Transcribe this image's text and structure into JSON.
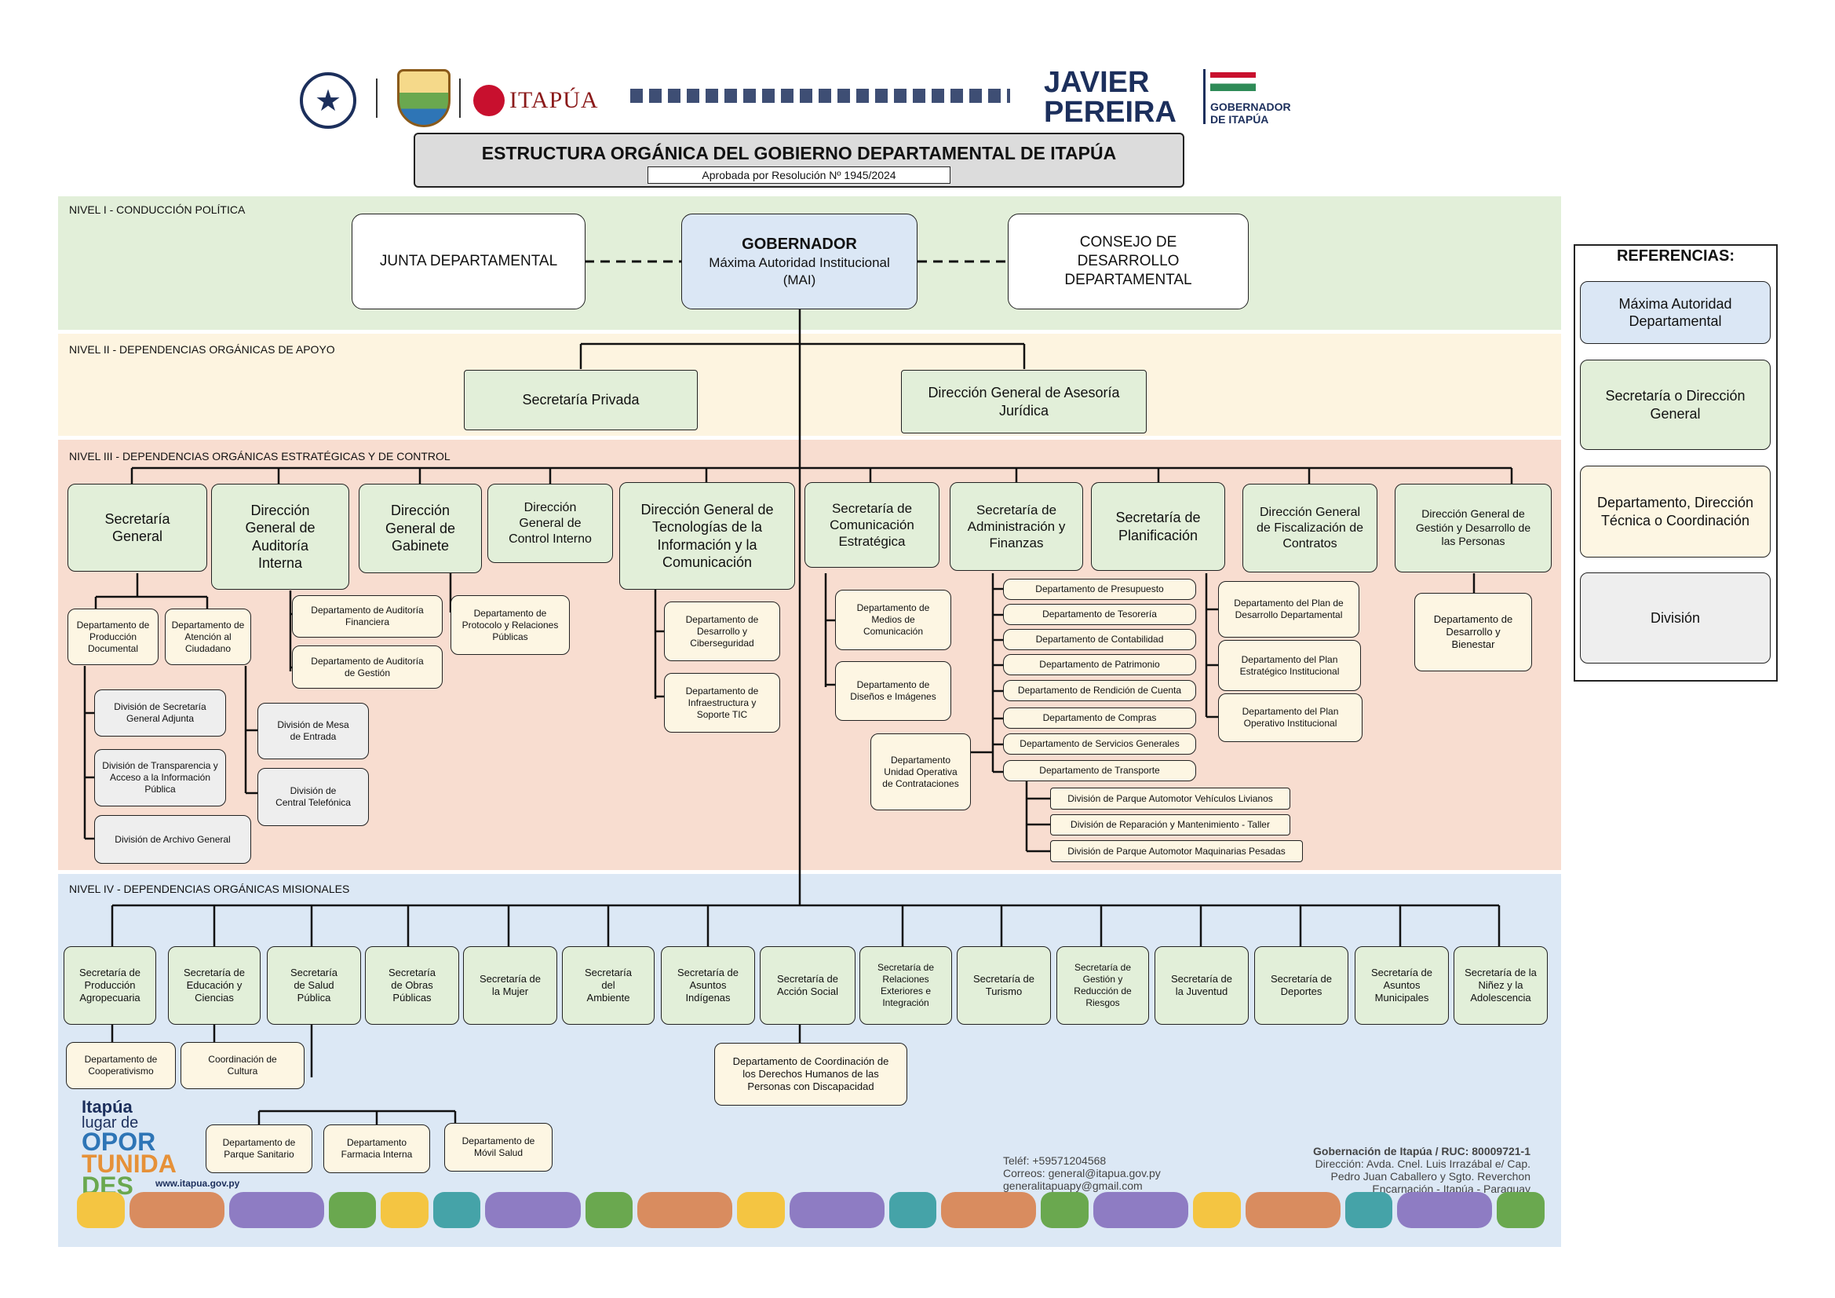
{
  "header": {
    "logos": [
      "paraguay-seal",
      "itapua-coat-of-arms",
      "itapua-logo",
      "decorative-pattern",
      "javier-pereira-logo"
    ],
    "itapua_word": "ITAPÚA",
    "jp_line1": "JAVIER",
    "jp_line2": "PEREIRA",
    "jp_sub1": "GOBERNADOR",
    "jp_sub2": "DE ITAPÚA",
    "title": "ESTRUCTURA ORGÁNICA DEL GOBIERNO DEPARTAMENTAL DE ITAPÚA",
    "subtitle": "Aprobada por Resolución Nº 1945/2024"
  },
  "levels": {
    "l1": "NIVEL I - CONDUCCIÓN POLÍTICA",
    "l2": "NIVEL II - DEPENDENCIAS ORGÁNICAS DE APOYO",
    "l3": "NIVEL III - DEPENDENCIAS ORGÁNICAS ESTRATÉGICAS Y DE CONTROL",
    "l4": "NIVEL IV - DEPENDENCIAS ORGÁNICAS MISIONALES"
  },
  "level1": {
    "junta": "JUNTA DEPARTAMENTAL",
    "gob_title": "GOBERNADOR",
    "gob_sub1": "Máxima Autoridad Institucional",
    "gob_sub2": "(MAI)",
    "consejo": "CONSEJO DE DESARROLLO DEPARTAMENTAL"
  },
  "level2": {
    "priv": "Secretaría Privada",
    "ases": "Dirección General de Asesoría Jurídica"
  },
  "level3": {
    "sg": "Secretaría General",
    "dgai": "Dirección General de Auditoría Interna",
    "dggab": "Dirección General de Gabinete",
    "dgci": "Dirección General de Control Interno",
    "dgtic": "Dirección General de Tecnologías de la Información y la Comunicación",
    "sce": "Secretaría de Comunicación Estratégica",
    "saf": "Secretaría de Administración y Finanzas",
    "splan": "Secretaría de Planificación",
    "dgfc": "Dirección General de Fiscalización de Contratos",
    "dggdp": "Dirección General de Gestión y Desarrollo de las Personas",
    "dpd": "Departamento de Producción Documental",
    "dac": "Departamento de Atención al Ciudadano",
    "dsga": "División de Secretaría General Adjunta",
    "dtai": "División de Transparencia y Acceso a la Información Pública",
    "dag": "División de Archivo General",
    "dme": "División de Mesa de Entrada",
    "dct": "División de Central Telefónica",
    "daf": "Departamento de Auditoría Financiera",
    "dagest": "Departamento de Auditoría de Gestión",
    "dprot": "Departamento de Protocolo y Relaciones Públicas",
    "ddcib": "Departamento de Desarrollo y Ciberseguridad",
    "dinf": "Departamento de Infraestructura y Soporte TIC",
    "dmed": "Departamento de Medios de Comunicación",
    "ddis": "Departamento de Diseños e Imágenes",
    "dpres": "Departamento de Presupuesto",
    "dtes": "Departamento de Tesorería",
    "dcont": "Departamento de Contabilidad",
    "dpat": "Departamento de Patrimonio",
    "drend": "Departamento de Rendición de Cuenta",
    "dcomp": "Departamento de Compras",
    "dserv": "Departamento de Servicios Generales",
    "dtrans": "Departamento de Transporte",
    "duoc": "Departamento Unidad Operativa de Contrataciones",
    "dpavl": "División de Parque Automotor Vehículos Livianos",
    "drmt": "División de Reparación y Mantenimiento - Taller",
    "dpamp": "División de Parque Automotor Maquinarias Pesadas",
    "dpdd": "Departamento del  Plan de Desarrollo Departamental",
    "dpei": "Departamento del Plan Estratégico Institucional",
    "dpoi": "Departamento del Plan Operativo Institucional",
    "ddb": "Departamento de Desarrollo y Bienestar"
  },
  "level4": {
    "sprod": "Secretaría de Producción Agropecuaria",
    "sedu": "Secretaría de Educación y Ciencias",
    "ssal": "Secretaría de Salud Pública",
    "sobr": "Secretaría de Obras Públicas",
    "smuj": "Secretaría de la Mujer",
    "samb": "Secretaría del Ambiente",
    "sind": "Secretaría de Asuntos Indígenas",
    "sacc": "Secretaría de Acción Social",
    "srel": "Secretaría de Relaciones Exteriores e Integración",
    "stur": "Secretaría de Turismo",
    "sgrr": "Secretaría de Gestión y Reducción de Riesgos",
    "sjuv": "Secretaría de la Juventud",
    "sdep": "Secretaría de Deportes",
    "smun": "Secretaría de Asuntos Municipales",
    "snin": "Secretaría de la Niñez y la Adolescencia",
    "dcoop": "Departamento de Cooperativismo",
    "ccult": "Coordinación de Cultura",
    "dddhh": "Departamento de Coordinación de los Derechos Humanos de las Personas con Discapacidad",
    "dpsan": "Departamento de Parque Sanitario",
    "dfarm": "Departamento Farmacia Interna",
    "dmov": "Departamento de Móvil Salud"
  },
  "refs": {
    "title": "REFERENCIAS:",
    "r1": "Máxima Autoridad Departamental",
    "r2": "Secretaría o Dirección General",
    "r3": "Departamento, Dirección Técnica o Coordinación",
    "r4": "División"
  },
  "footer": {
    "brand1": "Itapúa",
    "brand2": "lugar de",
    "op1": "OPOR",
    "op2": "TUNIDA",
    "op3": "DES",
    "web": "www.itapua.gov.py",
    "tel": "Teléf: +59571204568",
    "mail1": "Correos: general@itapua.gov.py",
    "mail2": "generalitapuapy@gmail.com",
    "org": "Gobernación de Itapúa / RUC: 80009721-1",
    "addr1": "Dirección: Avda. Cnel. Luis Irrazábal e/ Cap.",
    "addr2": "Pedro Juan Caballero y Sgto. Reverchon",
    "addr3": "Encarnación - Itapúa - Paraguay"
  },
  "colors": {
    "band1": "#e2efd9",
    "band2": "#fdf4e0",
    "band3": "#f8ddd0",
    "band4": "#dce8f5",
    "blue": "#dbe7f5",
    "green": "#e2efd9",
    "cream": "#fdf6e3",
    "gray": "#eeeeee",
    "navy": "#1c2f5c",
    "brand_red": "#c8102e"
  }
}
